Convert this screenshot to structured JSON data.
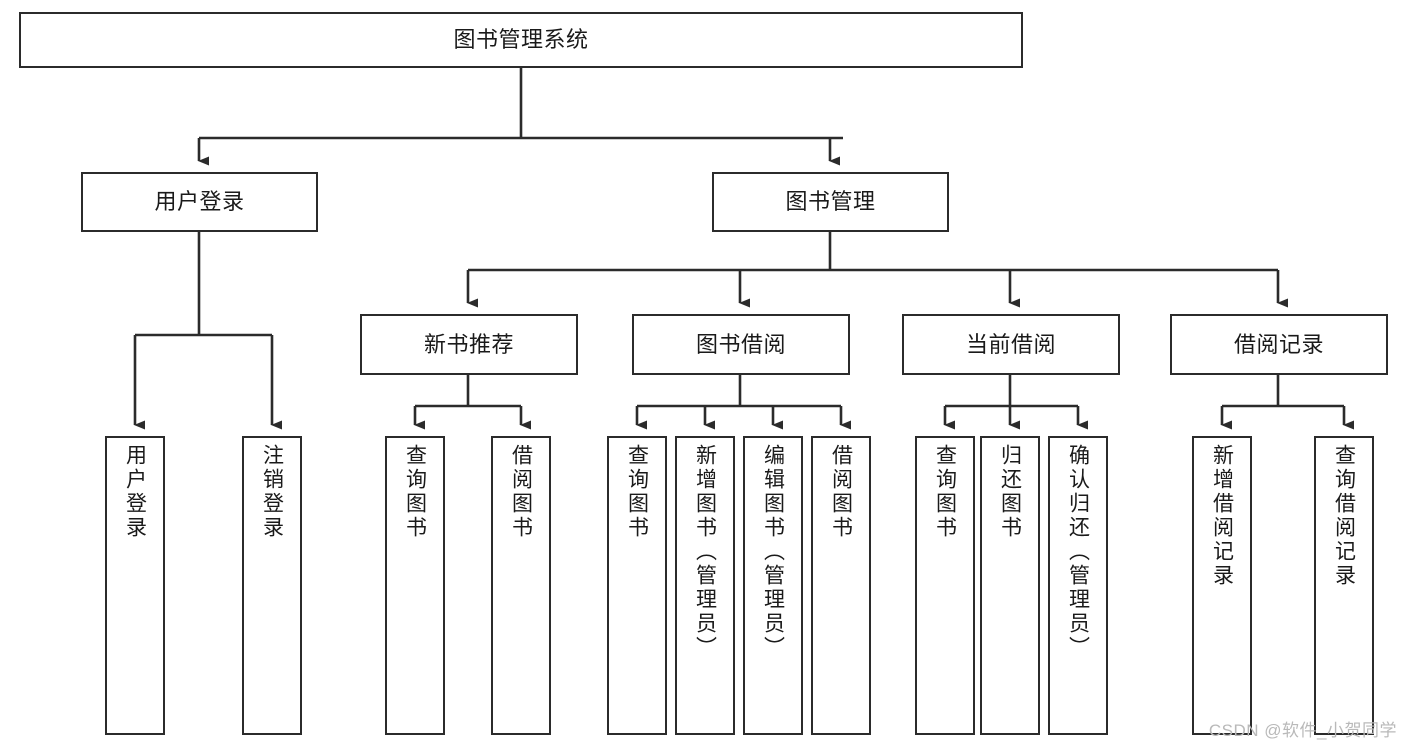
{
  "diagram": {
    "title": "图书管理系统",
    "type": "tree-hierarchy-chart",
    "colors": {
      "box_border": "#2b2b2b",
      "box_fill": "#ffffff",
      "connector": "#2b2b2b",
      "canvas": "#ffffff",
      "watermark": "#b9b9b9"
    },
    "root": {
      "label": "图书管理系统"
    },
    "level2": [
      {
        "label": "用户登录"
      },
      {
        "label": "图书管理"
      }
    ],
    "level3": [
      {
        "label": "新书推荐"
      },
      {
        "label": "图书借阅"
      },
      {
        "label": "当前借阅"
      },
      {
        "label": "借阅记录"
      }
    ],
    "leaves": {
      "user_login": [
        {
          "label": "用户登录"
        },
        {
          "label": "注销登录"
        }
      ],
      "new_book_recommend": [
        {
          "label": "查询图书"
        },
        {
          "label": "借阅图书"
        }
      ],
      "book_borrow": [
        {
          "label": "查询图书"
        },
        {
          "label": "新增图书（管理员）"
        },
        {
          "label": "编辑图书（管理员）"
        },
        {
          "label": "借阅图书"
        }
      ],
      "current_borrow": [
        {
          "label": "查询图书"
        },
        {
          "label": "归还图书"
        },
        {
          "label": "确认归还（管理员）"
        }
      ],
      "borrow_record": [
        {
          "label": "新增借阅记录"
        },
        {
          "label": "查询借阅记录"
        }
      ]
    },
    "watermark": "CSDN @软件_小贺同学"
  }
}
